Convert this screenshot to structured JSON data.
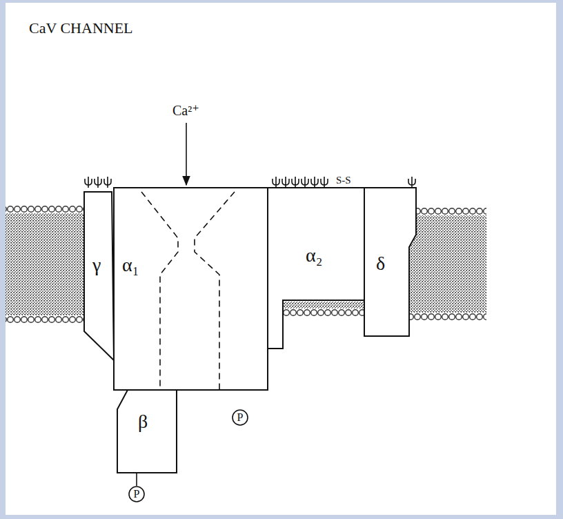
{
  "diagram": {
    "title": "CaV CHANNEL",
    "nodes": [
      {
        "text": [
          "γ"
        ]
      },
      {
        "text": [
          "α₁"
        ]
      },
      {
        "text": [
          "α₂"
        ]
      },
      {
        "text": [
          "δ"
        ]
      },
      {
        "text": [
          "β"
        ]
      },
      {
        "text": [
          "P"
        ]
      },
      {
        "text": [
          "P"
        ]
      }
    ],
    "edges": [
      {
        "from": 4,
        "to": 6,
        "arrow": "none"
      }
    ],
    "labels": [
      "Ca²⁺",
      "S-S"
    ]
  }
}
